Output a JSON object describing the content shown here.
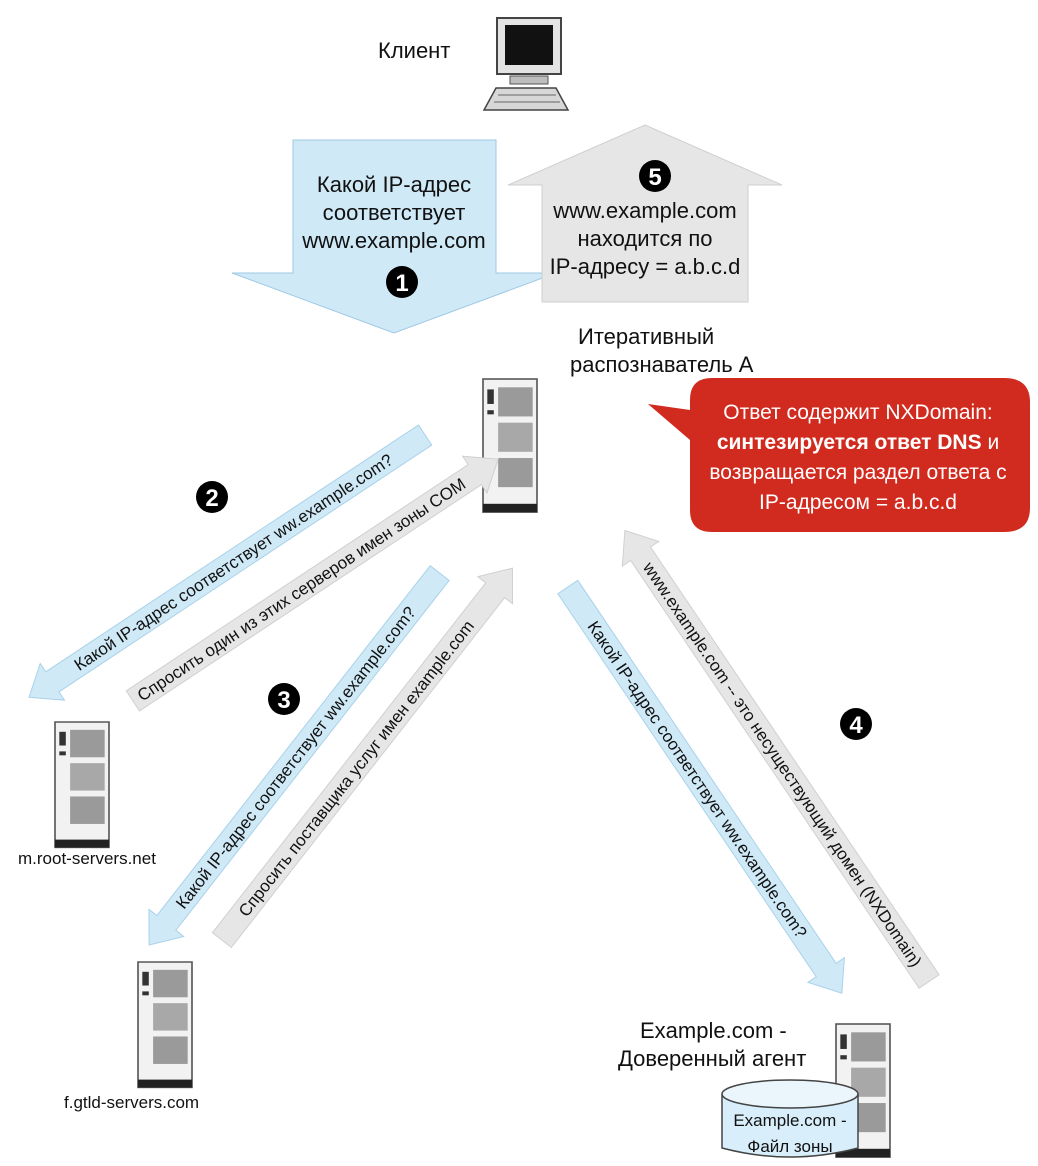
{
  "nodes": {
    "client_label": "Клиент",
    "resolver_label_line1": "Итеративный",
    "resolver_label_line2": "распознаватель А",
    "root_server_label": "m.root-servers.net",
    "gtld_server_label": "f.gtld-servers.com",
    "auth_label_line1": "Example.com -",
    "auth_label_line2": "Доверенный агент",
    "zone_file_line1": "Example.com -",
    "zone_file_line2": "Файл зоны"
  },
  "steps": {
    "s1": "1",
    "s2": "2",
    "s3": "3",
    "s4": "4",
    "s5": "5"
  },
  "messages": {
    "query_line1": "Какой IP-адрес",
    "query_line2": "соответствует",
    "query_line3": "www.example.com",
    "answer_line1": "www.example.com",
    "answer_line2": "находится по",
    "answer_line3": "IP-адресу = a.b.c.d",
    "root_query": "Какой IP-адрес соответствует ww.example.com?",
    "root_referral": "Спросить один из этих серверов имен зоны COM",
    "gtld_query": "Какой IP-адрес соответствует ww.example.com?",
    "gtld_referral": "Спросить поставщика услуг имен example.com",
    "auth_query": "Какой IP-адрес соответствует ww.example.com?",
    "auth_response": "www.example.com -- это несуществующий домен (NXDomain)"
  },
  "callout": {
    "line1": "Ответ содержит NXDomain:",
    "line2_bold": "синтезируется ответ DNS",
    "line2_rest": " и",
    "line3": "возвращается раздел ответа с",
    "line4": "IP-адресом = a.b.c.d",
    "color": "#d12a1f"
  },
  "colors": {
    "query_arrow": "#cfe9f7",
    "response_arrow": "#e6e6e6"
  }
}
